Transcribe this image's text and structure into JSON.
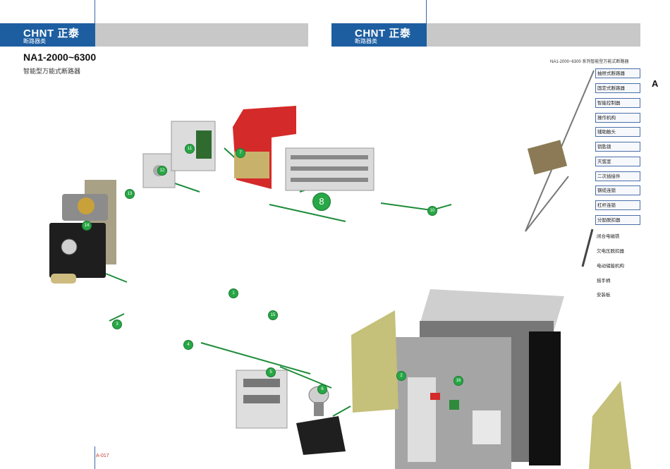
{
  "header_left": {
    "logo": "CHNT 正泰",
    "category": "断路器类"
  },
  "header_right": {
    "logo": "CHNT 正泰",
    "category": "断路器类"
  },
  "title": "NA1-2000~6300",
  "subtitle": "智能型万能式断路器",
  "right_caption": "NA1-2000~6300 系列智能型万能式断路器",
  "section_letter": "A",
  "page_number": "A-017",
  "parts_boxed": [
    "抽屉式断路器",
    "固定式断路器",
    "智能控制器",
    "操作机构",
    "辅助触头",
    "钥匙锁",
    "灭弧室",
    "二次插接件",
    "钢缆连锁",
    "杠杆连锁",
    "分励脱扣器"
  ],
  "parts_plain": [
    "闭合电磁铁",
    "欠电压脱扣器",
    "电动储能机构",
    "摇手柄",
    "安装板"
  ],
  "callouts": {
    "c8": "8",
    "c10": "10",
    "c11": "11",
    "c12": "12",
    "c13": "13",
    "c14": "14",
    "c7": "7",
    "c1": "1",
    "c15": "15",
    "c3": "3",
    "c4": "4",
    "c5": "5",
    "c6": "6",
    "c2": "2",
    "c16": "16"
  },
  "colors": {
    "brand_blue": "#1d5ea0",
    "callout_green": "#27a745",
    "leader_green": "#1e8c3a",
    "arc_chute_red": "#d42a2a"
  }
}
